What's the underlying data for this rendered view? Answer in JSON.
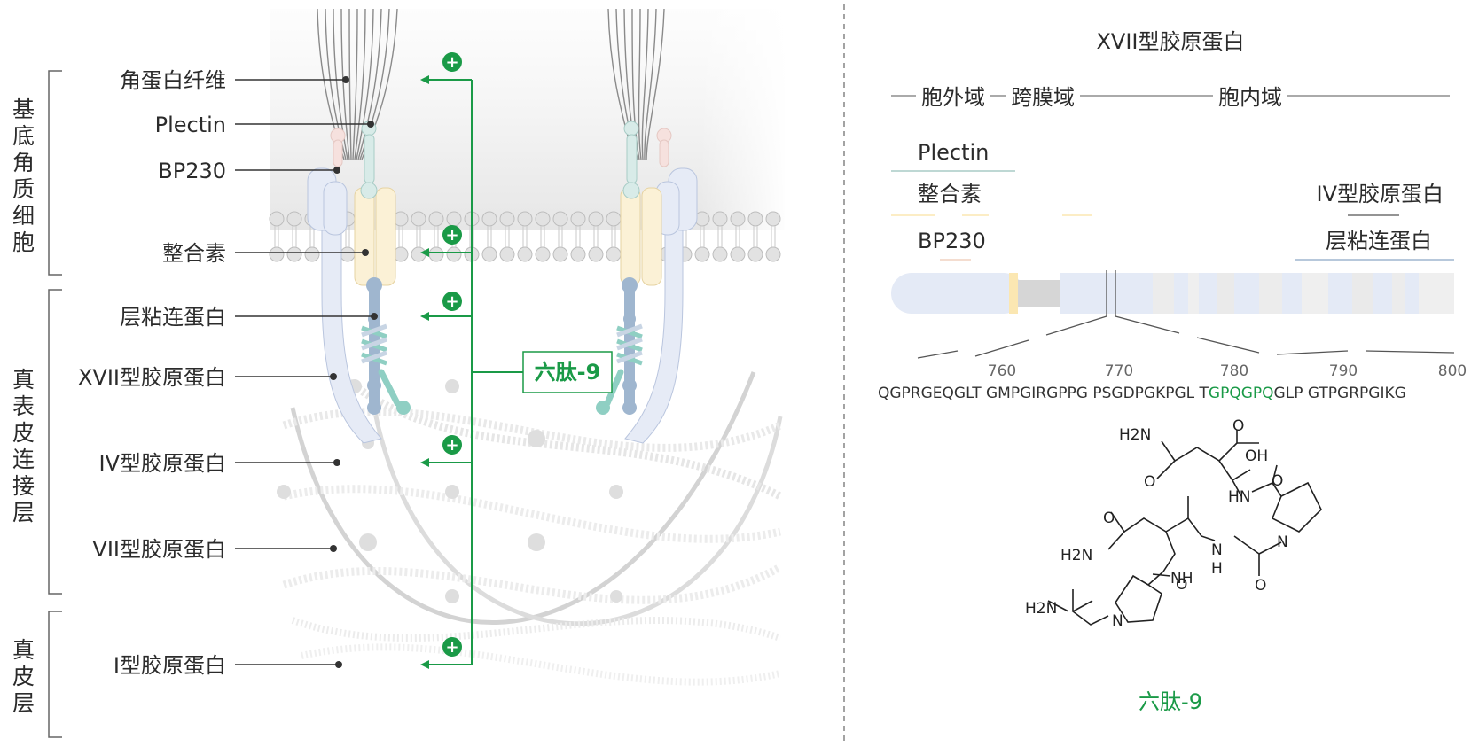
{
  "left_panel": {
    "groups": [
      {
        "id": "basal",
        "label": "基底角质细胞"
      },
      {
        "id": "dej",
        "label": "真表皮连接层"
      },
      {
        "id": "dermis",
        "label": "真皮层"
      }
    ],
    "labels": [
      "角蛋白纤维",
      "Plectin",
      "BP230",
      "整合素",
      "层粘连蛋白",
      "XVII型胶原蛋白",
      "IV型胶原蛋白",
      "VII型胶原蛋白",
      "I型胶原蛋白"
    ],
    "peptide_box": "六肽-9",
    "plus_symbol": "+"
  },
  "right_panel": {
    "title": "XVII型胶原蛋白",
    "domains": [
      "胞外域",
      "跨膜域",
      "胞内域"
    ],
    "binding_left": [
      "Plectin",
      "整合素",
      "BP230"
    ],
    "binding_right": [
      "IV型胶原蛋白",
      "层粘连蛋白"
    ],
    "ticks": [
      "760",
      "770",
      "780",
      "790",
      "800"
    ],
    "sequence_before": "QGPRGEQGLT GMPGIRGPPG PSGDPGKPGL T",
    "sequence_highlight": "GPQGPQ",
    "sequence_after": "GLP GTPGRPGIKG",
    "structure_labels": [
      "H2N",
      "O",
      "OH",
      "O",
      "HN",
      "O",
      "O",
      "H2N",
      "N",
      "NH",
      "H",
      "N",
      "O",
      "O",
      "H2N",
      "N"
    ],
    "caption": "六肽-9"
  },
  "colors": {
    "accent_green": "#1a9a47",
    "integrin_yellow": "#fbf1d6",
    "collagen17_blue": "#e2e8f5",
    "laminin_blue": "#9fb6cf",
    "teal": "#8fcfc3"
  }
}
